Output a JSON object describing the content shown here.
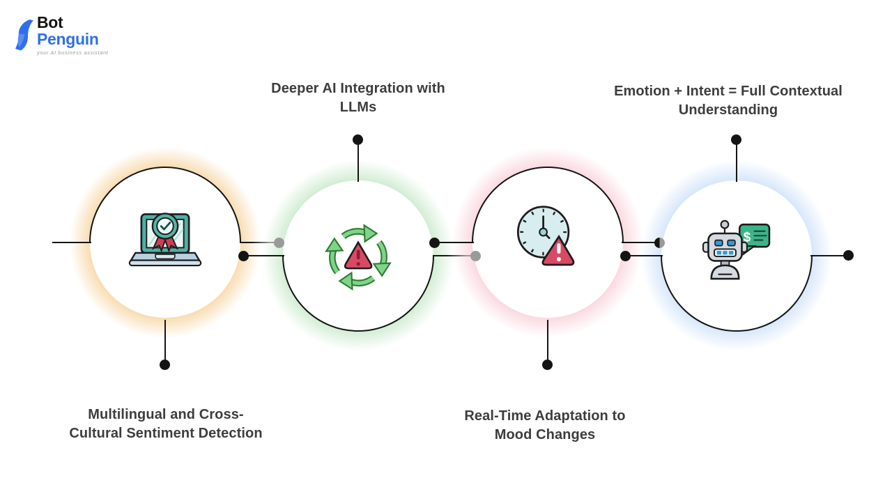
{
  "logo": {
    "title_black": "Bot",
    "title_blue": "Penguin",
    "tagline": "your AI business assistant",
    "brand_color": "#2f6fed",
    "icon": "penguin-icon"
  },
  "colors": {
    "line": "#141414",
    "dot_black": "#141414",
    "dot_gray": "#9a9a9a",
    "title_text": "#3d3d3d"
  },
  "steps": [
    {
      "id": 1,
      "icon": "laptop-certificate-icon",
      "glow_color": "#f5cd8f",
      "label": "Multilingual and Cross-Cultural Sentiment Detection",
      "lines": [
        "Multilingual and Cross-",
        "Cultural Sentiment Detection"
      ],
      "label_position": "below"
    },
    {
      "id": 2,
      "icon": "recycle-warning-icon",
      "glow_color": "#bfe5c1",
      "label": "Deeper AI Integration with LLMs",
      "lines": [
        "Deeper AI Integration with",
        "LLMs"
      ],
      "label_position": "above"
    },
    {
      "id": 3,
      "icon": "clock-warning-icon",
      "glow_color": "#f8c9d3",
      "label": "Real-Time Adaptation to Mood Changes",
      "lines": [
        "Real-Time Adaptation to",
        "Mood Changes"
      ],
      "label_position": "below"
    },
    {
      "id": 4,
      "icon": "robot-chat-icon",
      "glow_color": "#c6dcf8",
      "label": "Emotion + Intent = Full Contextual Understanding",
      "lines": [
        "Emotion + Intent = Full Contextual",
        "Understanding"
      ],
      "label_position": "above",
      "bubble_text": "$"
    }
  ]
}
